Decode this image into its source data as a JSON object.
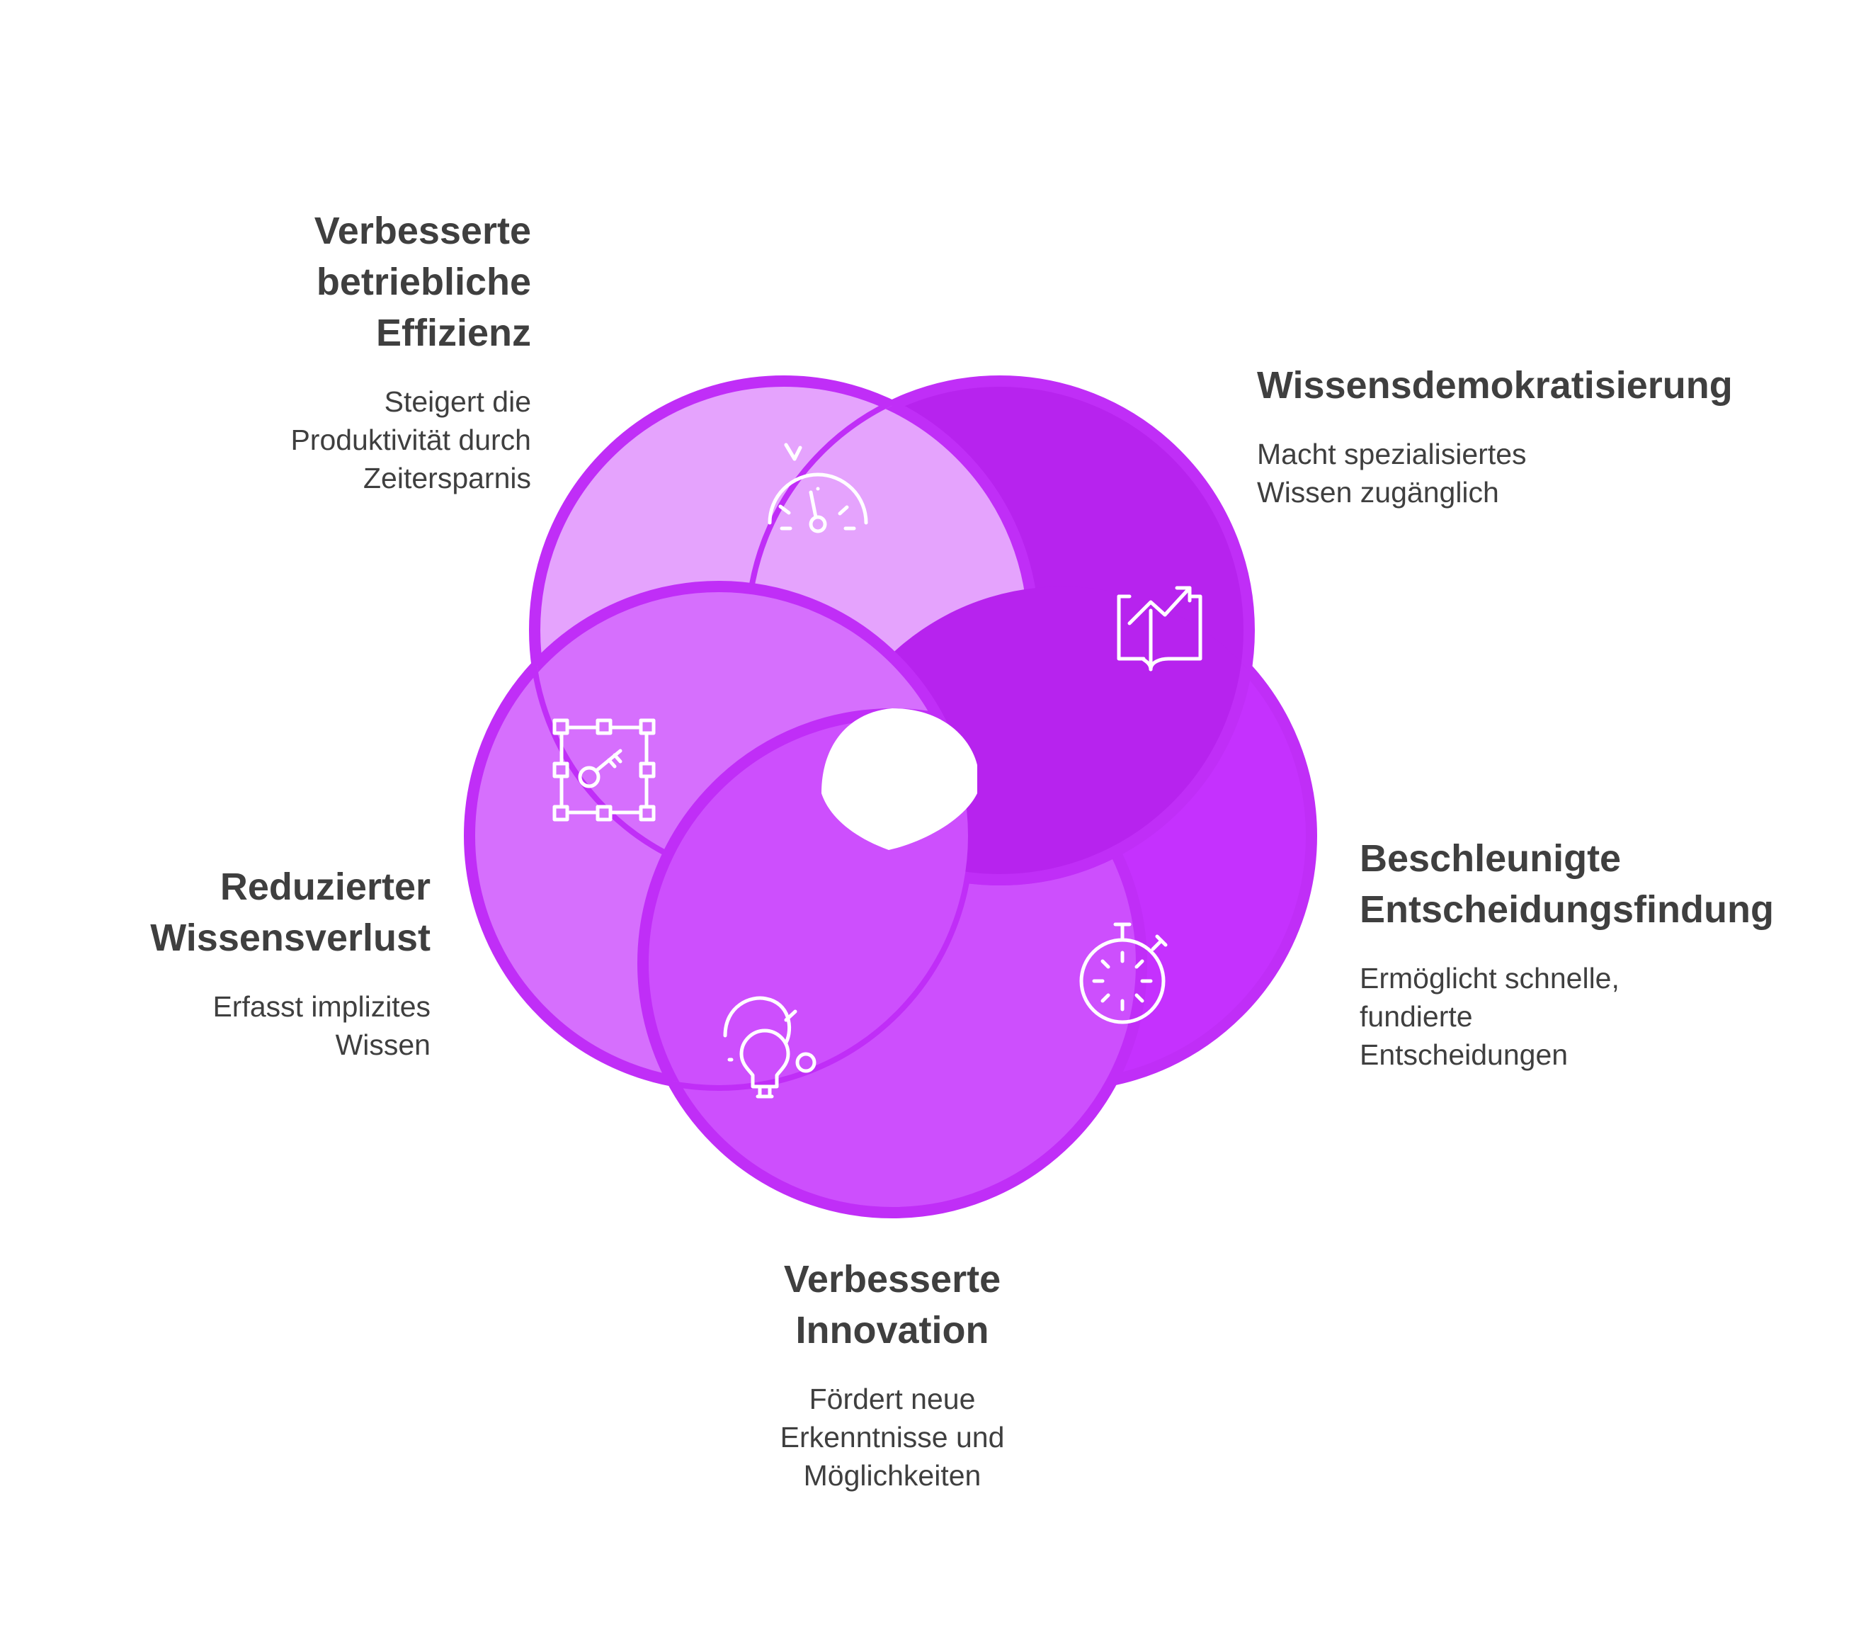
{
  "segments": [
    {
      "id": "efficiency",
      "title": "Verbesserte\nbetriebliche\nEffizienz",
      "description": "Steigert die\nProduktivität durch\nZeitersparnis",
      "icon": "speedometer-icon",
      "color": "#e5a3fd"
    },
    {
      "id": "democratization",
      "title": "Wissensdemokratisierung",
      "description": "Macht spezialisiertes\nWissen zugänglich",
      "icon": "book-growth-icon",
      "color": "#b723ee"
    },
    {
      "id": "decision",
      "title": "Beschleunigte\nEntscheidungsfindung",
      "description": "Ermöglicht schnelle,\nfundierte\nEntscheidungen",
      "icon": "stopwatch-icon",
      "color": "#c531fe"
    },
    {
      "id": "innovation",
      "title": "Verbesserte\nInnovation",
      "description": "Fördert neue\nErkenntnisse und\nMöglichkeiten",
      "icon": "lightbulb-icon",
      "color": "#cd4ffd"
    },
    {
      "id": "loss",
      "title": "Reduzierter\nWissensverlust",
      "description": "Erfasst implizites\nWissen",
      "icon": "key-frame-icon",
      "color": "#d66ffd"
    }
  ],
  "colors": {
    "outline": "#c02ef7",
    "icon_stroke": "#ffffff",
    "text": "#3f3f3f",
    "background": "#ffffff"
  }
}
